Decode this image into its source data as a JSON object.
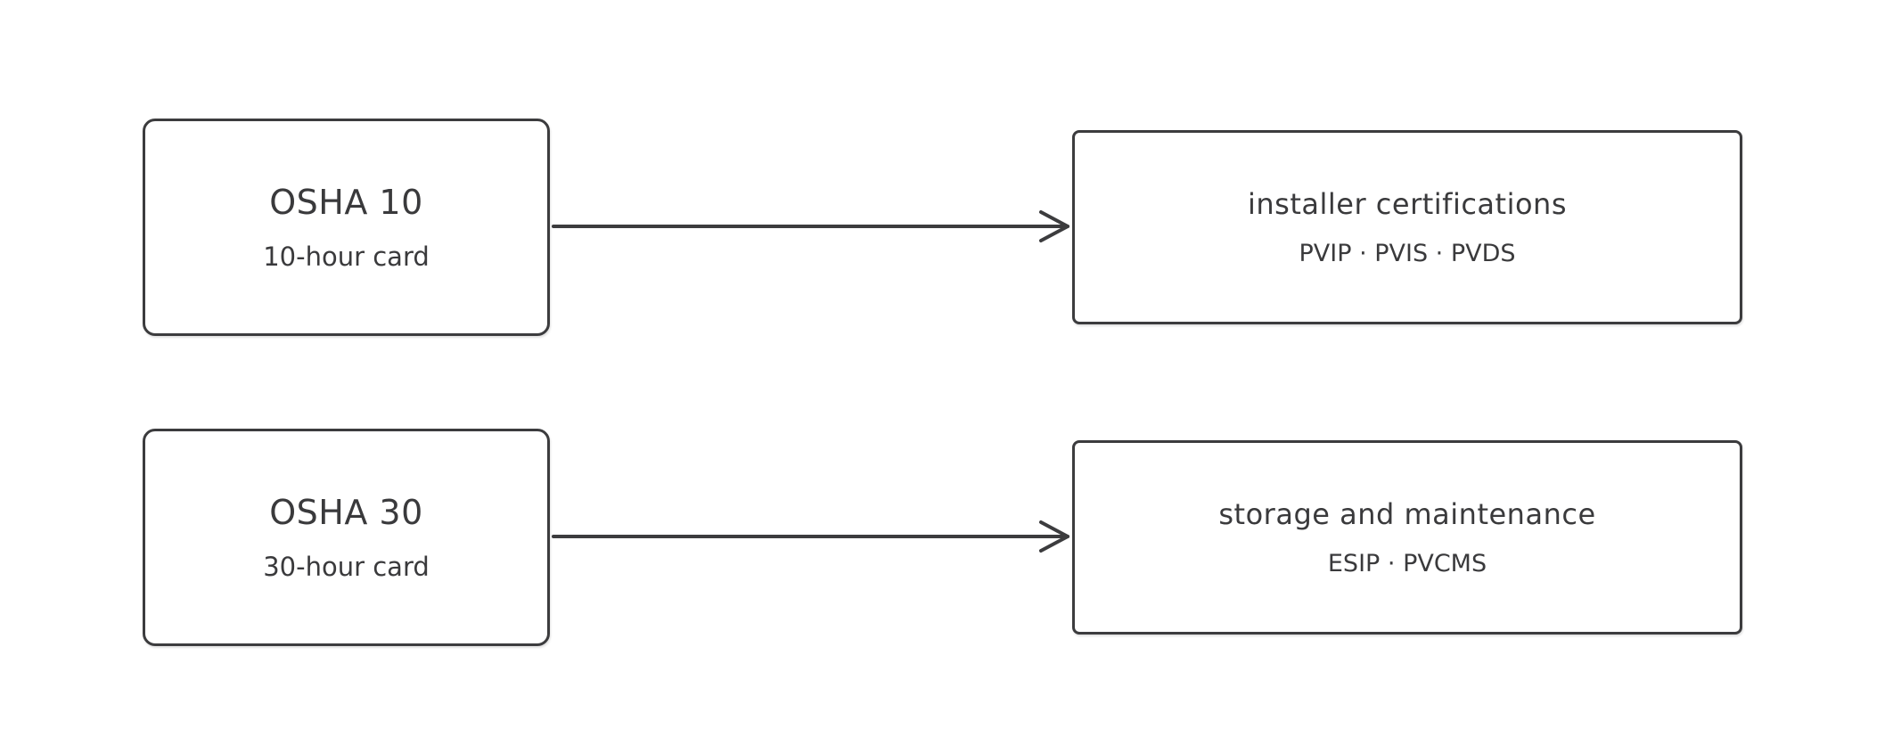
{
  "diagram": {
    "nodes": [
      {
        "id": "osha10",
        "title": "OSHA 10",
        "subtitle": "10-hour card"
      },
      {
        "id": "osha30",
        "title": "OSHA 30",
        "subtitle": "30-hour card"
      },
      {
        "id": "installer",
        "title": "installer certifications",
        "subtitle": "PVIP · PVIS · PVDS"
      },
      {
        "id": "storage",
        "title": "storage and maintenance",
        "subtitle": "ESIP · PVCMS"
      }
    ],
    "edges": [
      {
        "from": "osha10",
        "to": "installer"
      },
      {
        "from": "osha30",
        "to": "storage"
      }
    ],
    "colors": {
      "stroke": "#3c3c3e",
      "text": "#3a3a3c",
      "background": "#ffffff"
    }
  }
}
